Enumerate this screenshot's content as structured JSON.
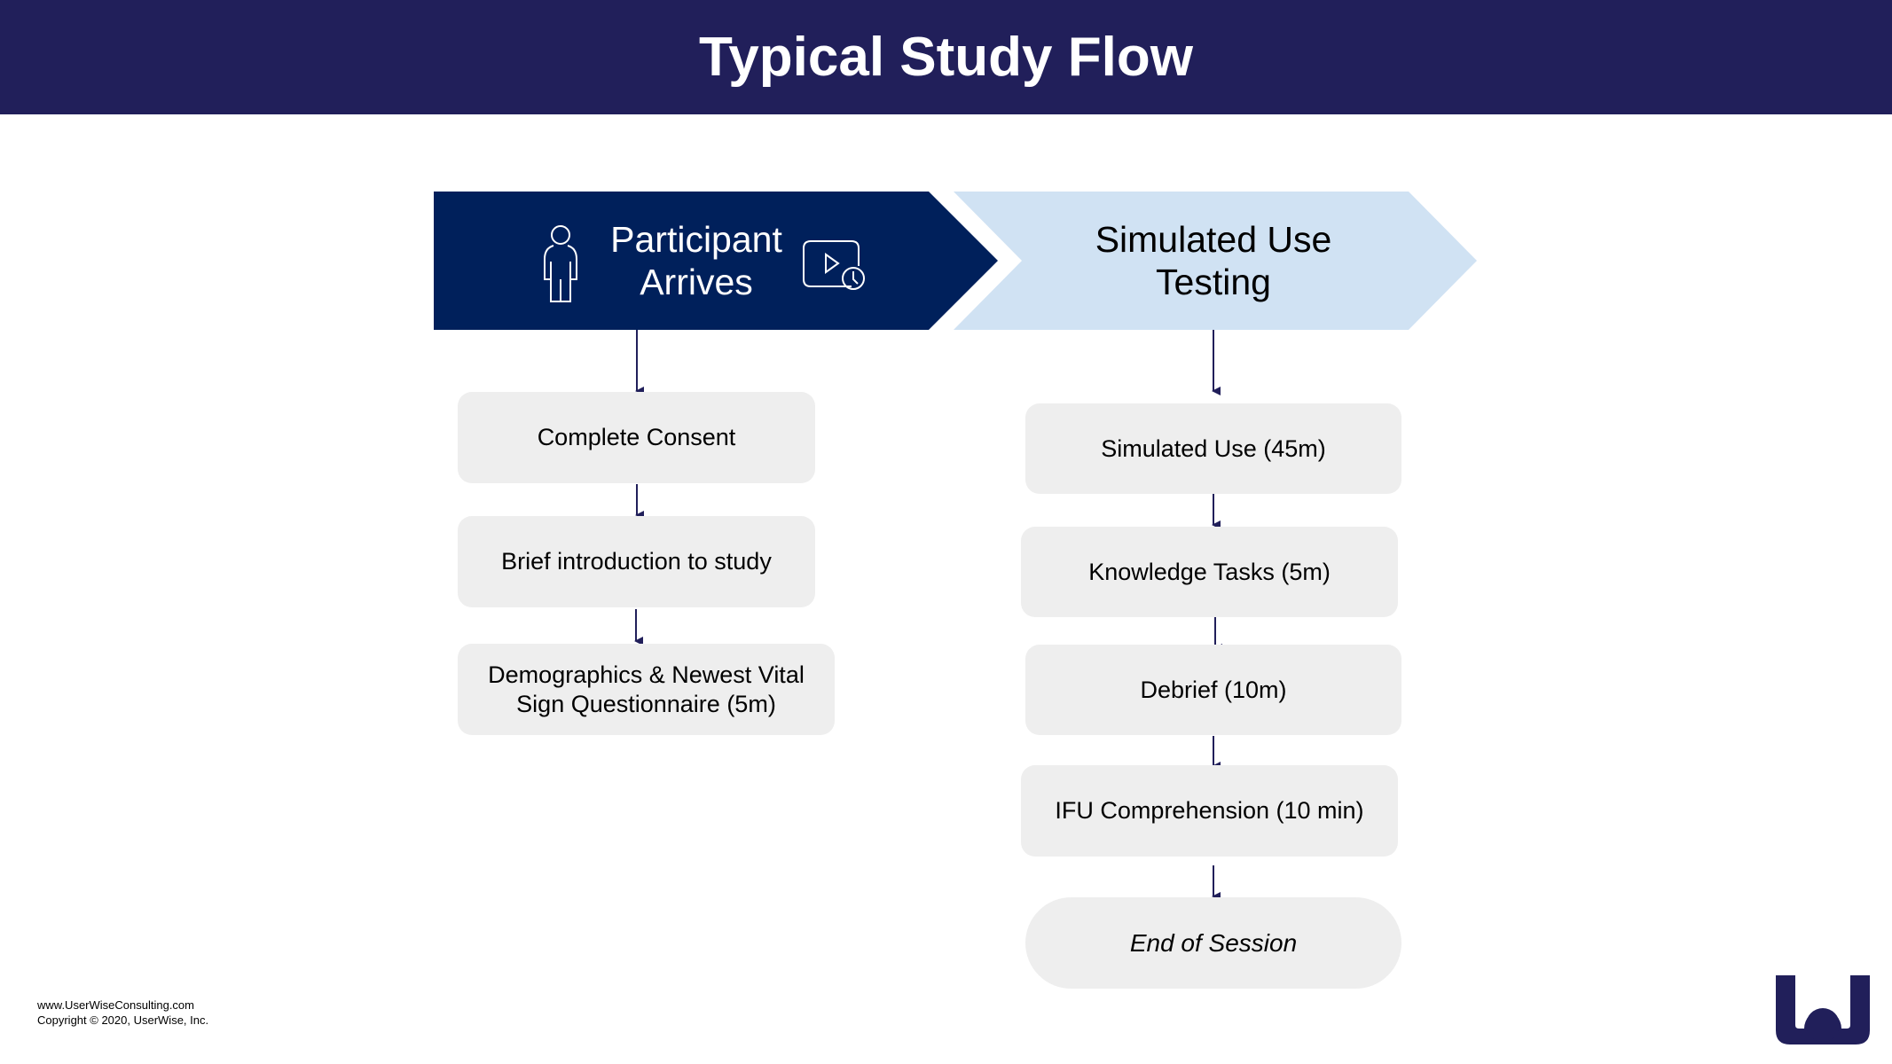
{
  "header": {
    "title": "Typical Study Flow"
  },
  "phases": [
    {
      "label_line1": "Participant",
      "label_line2": "Arrives",
      "fill": "#00205B",
      "text_color": "#FFFFFF",
      "icons": [
        "person-icon",
        "video-clock-icon"
      ]
    },
    {
      "label_line1": "Simulated Use",
      "label_line2": "Testing",
      "fill": "#D0E2F3",
      "text_color": "#000000"
    }
  ],
  "left_steps": [
    {
      "label": "Complete Consent"
    },
    {
      "label": "Brief introduction to study"
    },
    {
      "label_line1": "Demographics & Newest Vital",
      "label_line2": "Sign Questionnaire (5m)"
    }
  ],
  "right_steps": [
    {
      "label": "Simulated Use (45m)"
    },
    {
      "label": "Knowledge Tasks (5m)"
    },
    {
      "label": "Debrief (10m)"
    },
    {
      "label": "IFU Comprehension (10 min)"
    },
    {
      "label": "End of Session"
    }
  ],
  "colors": {
    "header_bg": "#211F5A",
    "arrow": "#211F5A",
    "step_bg": "#EEEEEE",
    "logo": "#211F5A"
  },
  "footer": {
    "website": "www.UserWiseConsulting.com",
    "copyright": "Copyright © 2020, UserWise, Inc."
  }
}
